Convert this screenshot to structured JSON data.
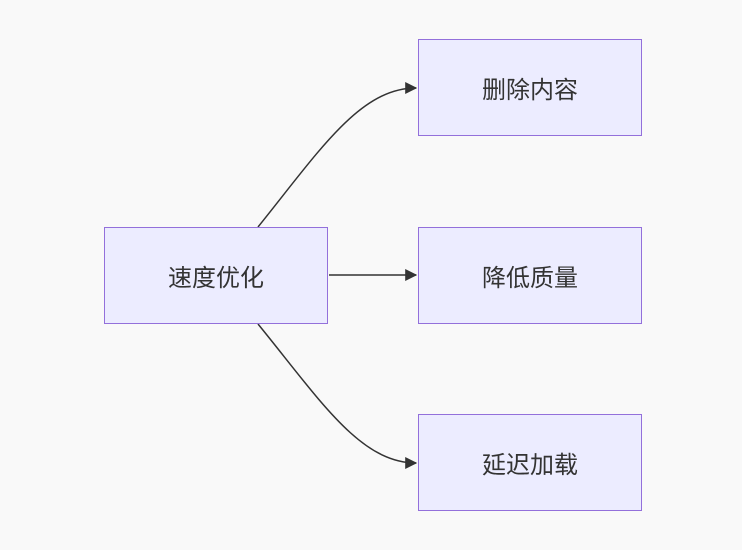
{
  "diagram": {
    "root": {
      "label": "速度优化"
    },
    "children": [
      {
        "label": "删除内容"
      },
      {
        "label": "降低质量"
      },
      {
        "label": "延迟加载"
      }
    ]
  },
  "colors": {
    "node_fill": "#ececff",
    "node_border": "#9370db",
    "edge": "#333333",
    "text": "#333333",
    "background": "#f9f9f9"
  }
}
